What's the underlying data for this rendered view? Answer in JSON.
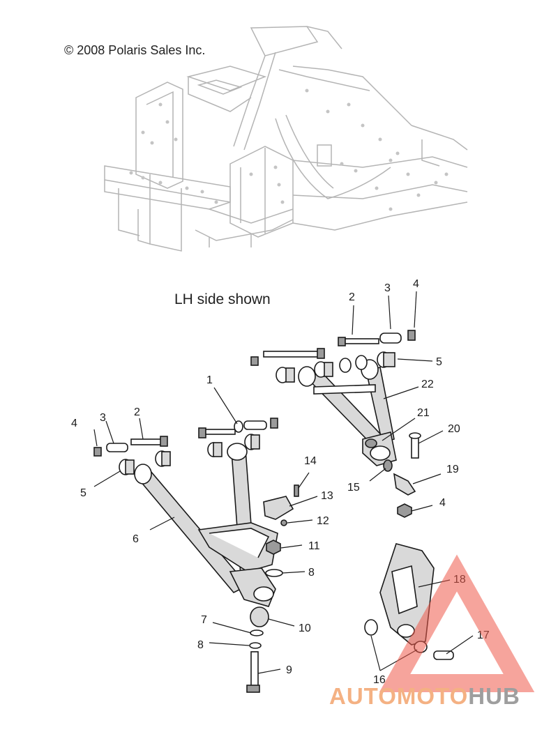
{
  "copyright": "© 2008 Polaris Sales Inc.",
  "caption": "LH side shown",
  "watermark": {
    "part1": "AUTOMOTO",
    "part2": "HUB",
    "color1": "#f4b183",
    "color2": "#9e9e9e",
    "triangle_color": "#ef5a4b"
  },
  "callouts": [
    "1",
    "2",
    "3",
    "4",
    "5",
    "6",
    "7",
    "8",
    "9",
    "10",
    "11",
    "12",
    "13",
    "14",
    "15",
    "16",
    "17",
    "18",
    "19",
    "20",
    "21",
    "22"
  ]
}
